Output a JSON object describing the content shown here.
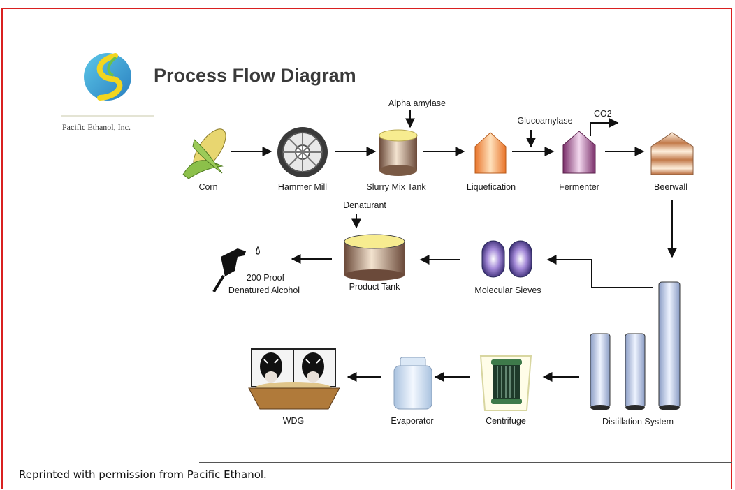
{
  "header": {
    "title": "Process Flow Diagram",
    "company": "Pacific Ethanol, Inc."
  },
  "inputs": {
    "alpha_amylase": "Alpha amylase",
    "glucoamylase": "Glucoamylase",
    "co2": "CO2",
    "denaturant": "Denaturant"
  },
  "stages": {
    "corn": "Corn",
    "hammer_mill": "Hammer Mill",
    "slurry_mix_tank": "Slurry Mix Tank",
    "liquefication": "Liquefication",
    "fermenter": "Fermenter",
    "beerwall": "Beerwall",
    "distillation_system": "Distillation System",
    "molecular_sieves": "Molecular Sieves",
    "product_tank": "Product Tank",
    "alcohol_line1": "200 Proof",
    "alcohol_line2": "Denatured Alcohol",
    "centrifuge": "Centrifuge",
    "evaporator": "Evaporator",
    "wdg": "WDG"
  },
  "caption": "Reprinted with permission from Pacific Ethanol."
}
